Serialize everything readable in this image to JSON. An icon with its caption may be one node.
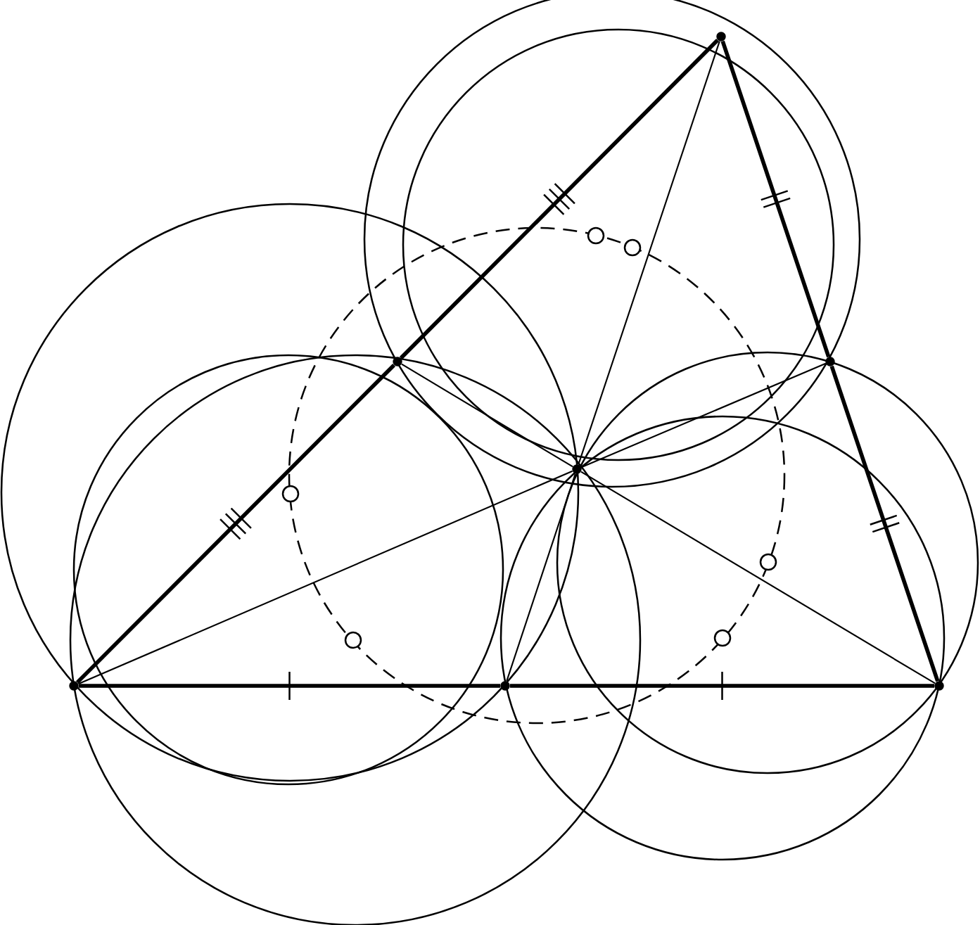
{
  "diagram": {
    "nodes": [
      {
        "text": [],
        "shape": "circle"
      },
      {
        "text": [],
        "shape": "circle"
      },
      {
        "text": [],
        "shape": "circle"
      },
      {
        "text": [],
        "shape": "circle"
      },
      {
        "text": [],
        "shape": "circle"
      },
      {
        "text": [],
        "shape": "circle"
      },
      {
        "text": [],
        "shape": "circle"
      }
    ],
    "edges": [
      {
        "from": 4,
        "to": 1,
        "arrow": "none",
        "style": "thick"
      },
      {
        "from": 1,
        "to": 0,
        "arrow": "none",
        "style": "thick"
      },
      {
        "from": 0,
        "to": 2,
        "arrow": "none",
        "style": "thick"
      },
      {
        "from": 2,
        "to": 6,
        "arrow": "none",
        "style": "thick"
      },
      {
        "from": 4,
        "to": 5,
        "arrow": "none",
        "style": "thick"
      },
      {
        "from": 5,
        "to": 6,
        "arrow": "none",
        "style": "thick"
      },
      {
        "from": 3,
        "to": 0,
        "arrow": "none"
      },
      {
        "from": 3,
        "to": 1,
        "arrow": "none"
      },
      {
        "from": 3,
        "to": 2,
        "arrow": "none"
      },
      {
        "from": 3,
        "to": 4,
        "arrow": "none"
      },
      {
        "from": 3,
        "to": 5,
        "arrow": "none"
      },
      {
        "from": 3,
        "to": 6,
        "arrow": "none"
      }
    ]
  }
}
